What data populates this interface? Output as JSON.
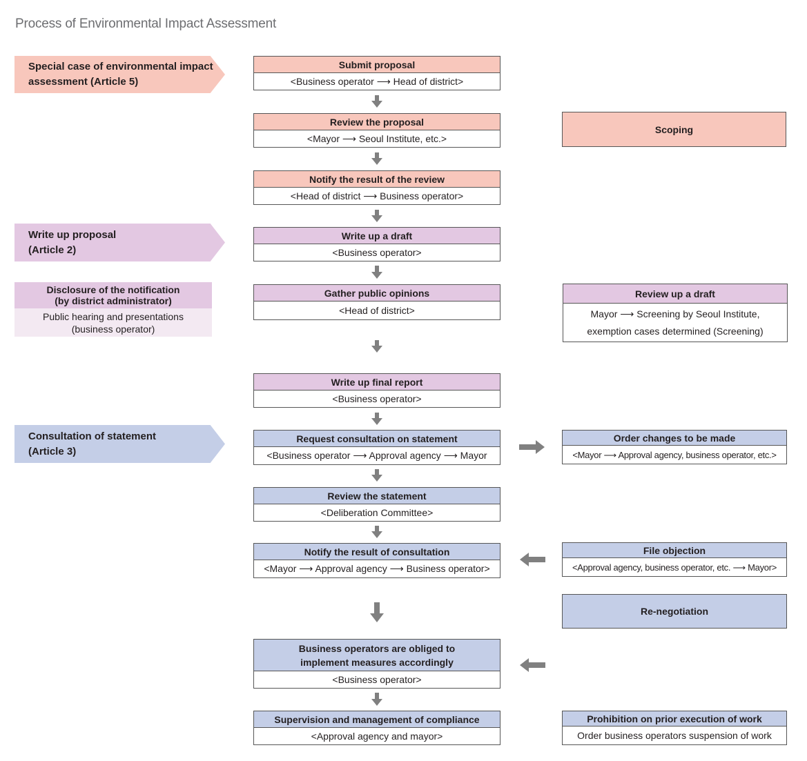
{
  "title": "Process of Environmental Impact Assessment",
  "side_tags": {
    "special": [
      "Special case of environmental impact",
      "assessment (Article 5)"
    ],
    "write": [
      "Write up proposal",
      "(Article 2)"
    ],
    "consult": [
      "Consultation of statement",
      "(Article 3)"
    ]
  },
  "disclosure": {
    "head": [
      "Disclosure of the notification",
      "(by district administrator)"
    ],
    "body": [
      "Public hearing and presentations",
      "(business operator)"
    ]
  },
  "steps": {
    "submit": {
      "title": "Submit proposal",
      "body": "<Business operator ⟶ Head of district>"
    },
    "review_proposal": {
      "title": "Review the proposal",
      "body": "<Mayor ⟶ Seoul Institute, etc.>"
    },
    "notify_review": {
      "title": "Notify the result of the review",
      "body": "<Head of district ⟶ Business operator>"
    },
    "write_draft": {
      "title": "Write up a draft",
      "body": "<Business operator>"
    },
    "gather": {
      "title": "Gather public opinions",
      "body": "<Head of district>"
    },
    "final_report": {
      "title": "Write up final report",
      "body": "<Business operator>"
    },
    "request": {
      "title": "Request consultation on statement",
      "body": "<Business operator ⟶ Approval agency ⟶ Mayor"
    },
    "review_statement": {
      "title": "Review the statement",
      "body": "<Deliberation Committee>"
    },
    "notify_consult": {
      "title": "Notify the result of consultation",
      "body": "<Mayor ⟶ Approval agency ⟶ Business operator>"
    },
    "obliged": {
      "title": "Business operators are obliged to implement measures accordingly",
      "body": "<Business operator>"
    },
    "supervision": {
      "title": "Supervision and management of compliance",
      "body": "<Approval agency and mayor>"
    }
  },
  "right": {
    "scoping": "Scoping",
    "review_draft": {
      "title": "Review up a draft",
      "body": [
        "Mayor ⟶ Screening by Seoul Institute,",
        "exemption cases determined (Screening)"
      ]
    },
    "order": {
      "title": "Order changes to be made",
      "body": "<Mayor ⟶ Approval agency, business operator, etc.>"
    },
    "objection": {
      "title": "File objection",
      "body": "<Approval agency, business operator, etc. ⟶ Mayor>"
    },
    "renegotiation": "Re-negotiation",
    "prohibition": {
      "title": "Prohibition on prior execution of work",
      "body": "Order business operators suspension of work"
    }
  },
  "colors": {
    "pink": "#f8c7bc",
    "violet": "#e3c8e2",
    "blue": "#c4cee7",
    "arrow": "#808080"
  }
}
